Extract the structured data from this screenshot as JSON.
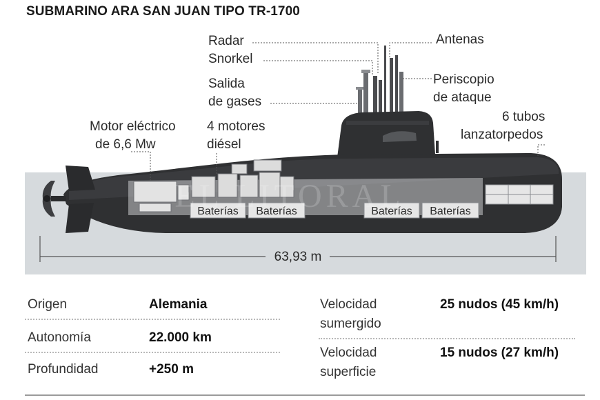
{
  "title": "SUBMARINO ARA SAN JUAN TIPO TR-1700",
  "labels": {
    "radar": "Radar",
    "snorkel": "Snorkel",
    "salida_gases_1": "Salida",
    "salida_gases_2": "de gases",
    "antenas": "Antenas",
    "periscopio_1": "Periscopio",
    "periscopio_2": "de ataque",
    "motor_1": "Motor eléctrico",
    "motor_2": "de 6,6 Mw",
    "diesel_1": "4 motores",
    "diesel_2": "diésel",
    "tubos_1": "6 tubos",
    "tubos_2": "lanzatorpedos",
    "baterias": [
      "Baterías",
      "Baterías",
      "Baterías",
      "Baterías"
    ],
    "length": "63,93 m",
    "watermark": "EL LITORAL"
  },
  "specs_left": [
    {
      "label": "Origen",
      "value": "Alemania"
    },
    {
      "label": "Autonomía",
      "value": "22.000 km"
    },
    {
      "label": "Profundidad",
      "value": "+250 m"
    }
  ],
  "specs_right": [
    {
      "label_1": "Velocidad",
      "label_2": "sumergido",
      "value": "25 nudos (45 km/h)"
    },
    {
      "label_1": "Velocidad",
      "label_2": "superficie",
      "value": "15 nudos (27 km/h)"
    }
  ],
  "colors": {
    "water": "#d6dadd",
    "hull": "#2f3032",
    "hull_light": "#55575a",
    "interior": "#c9cbcc",
    "battery": "#e6e6e6",
    "leader": "#555555"
  }
}
